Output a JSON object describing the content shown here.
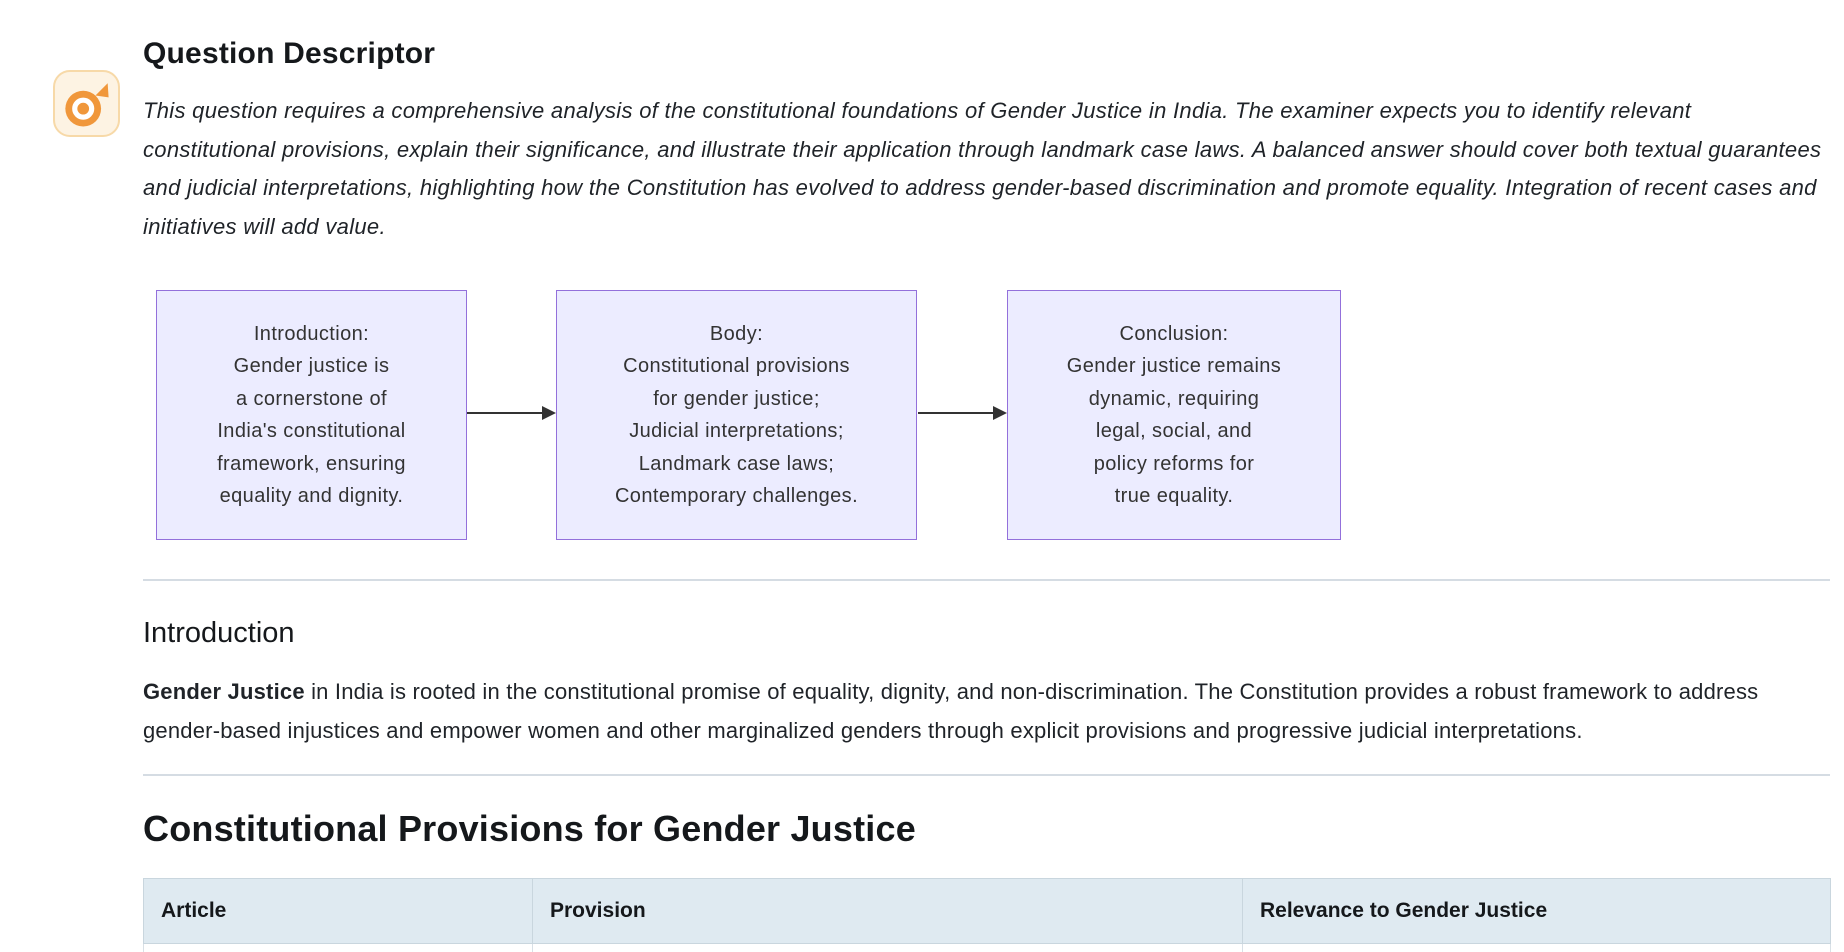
{
  "header": {
    "title": "Question Descriptor",
    "logo_icon": "target-play-logo"
  },
  "descriptor": {
    "text": "This question requires a comprehensive analysis of the constitutional foundations of Gender Justice in India. The examiner expects you to identify relevant constitutional provisions, explain their significance, and illustrate their application through landmark case laws. A balanced answer should cover both textual guarantees and judicial interpretations, highlighting how the Constitution has evolved to address gender-based discrimination and promote equality. Integration of recent cases and initiatives will add value."
  },
  "flowchart": {
    "nodes": [
      {
        "id": "introduction",
        "text": "Introduction:\nGender justice is\na cornerstone of\nIndia's constitutional\nframework, ensuring\nequality and dignity."
      },
      {
        "id": "body",
        "text": "Body:\nConstitutional provisions\nfor gender justice;\nJudicial interpretations;\nLandmark case laws;\nContemporary challenges."
      },
      {
        "id": "conclusion",
        "text": "Conclusion:\nGender justice remains\ndynamic, requiring\nlegal, social, and\npolicy reforms for\ntrue equality."
      }
    ],
    "node_fill": "#ECECFF",
    "node_border": "#9370DB",
    "arrow_color": "#333333"
  },
  "sections": {
    "introduction": {
      "heading": "Introduction",
      "lead_bold": "Gender Justice",
      "body": " in India is rooted in the constitutional promise of equality, dignity, and non-discrimination. The Constitution provides a robust framework to address gender-based injustices and empower women and other marginalized genders through explicit provisions and progressive judicial interpretations."
    },
    "provisions": {
      "heading": "Constitutional Provisions for Gender Justice",
      "table": {
        "headers": [
          "Article",
          "Provision",
          "Relevance to Gender Justice"
        ],
        "rows": []
      }
    }
  },
  "colors": {
    "table_header_bg": "#DFEAF1",
    "table_border": "#C9D6DE",
    "divider": "#D5DCE3",
    "logo_orange": "#F0973B",
    "logo_bg": "#FDF3E3",
    "logo_border": "#F7D9A8",
    "node_fill": "#ECECFF",
    "node_border": "#9370DB"
  }
}
